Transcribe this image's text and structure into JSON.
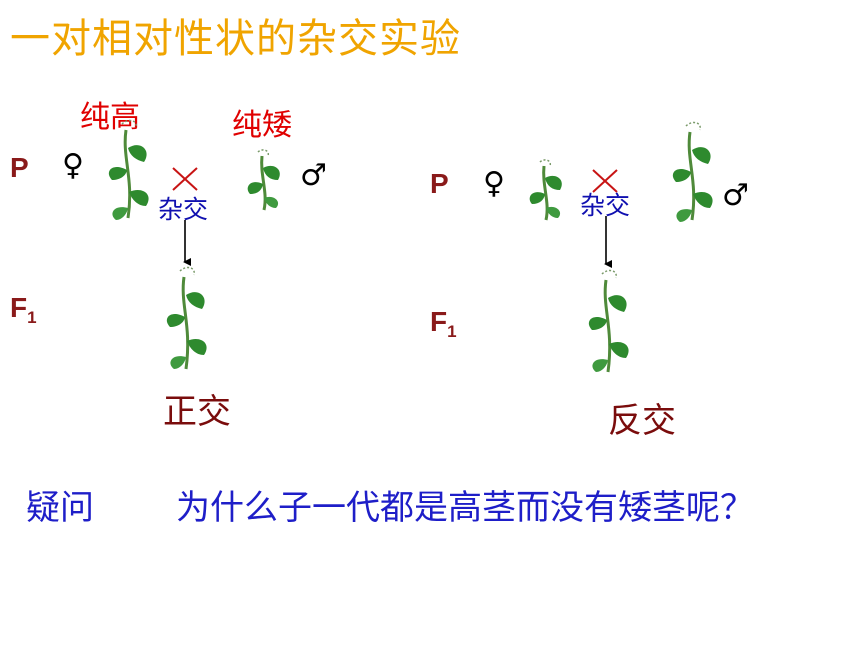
{
  "title": "一对相对性状的杂交实验",
  "left": {
    "tall_label": "纯高",
    "short_label": "纯矮",
    "p_label": "P",
    "f1_label": "F",
    "f1_sub": "1",
    "female_symbol": "♀",
    "male_symbol": "♂",
    "cross_label": "杂交",
    "caption": "正交"
  },
  "right": {
    "p_label": "P",
    "f1_label": "F",
    "f1_sub": "1",
    "female_symbol": "♀",
    "male_symbol": "♂",
    "cross_label": "杂交",
    "caption": "反交"
  },
  "question": {
    "label": "疑问",
    "text": "为什么子一代都是高茎而没有矮茎呢？"
  },
  "colors": {
    "title": "#f0a400",
    "red_label": "#e00000",
    "generation": "#8a1a1a",
    "cross_text": "#1010b0",
    "question": "#1e1ec8",
    "cross_mark": "#c81414",
    "leaf": "#2e8a2e"
  },
  "icons": [
    "tall-pea-plant-icon",
    "short-pea-plant-icon",
    "cross-mark-icon",
    "down-arrow-icon"
  ]
}
